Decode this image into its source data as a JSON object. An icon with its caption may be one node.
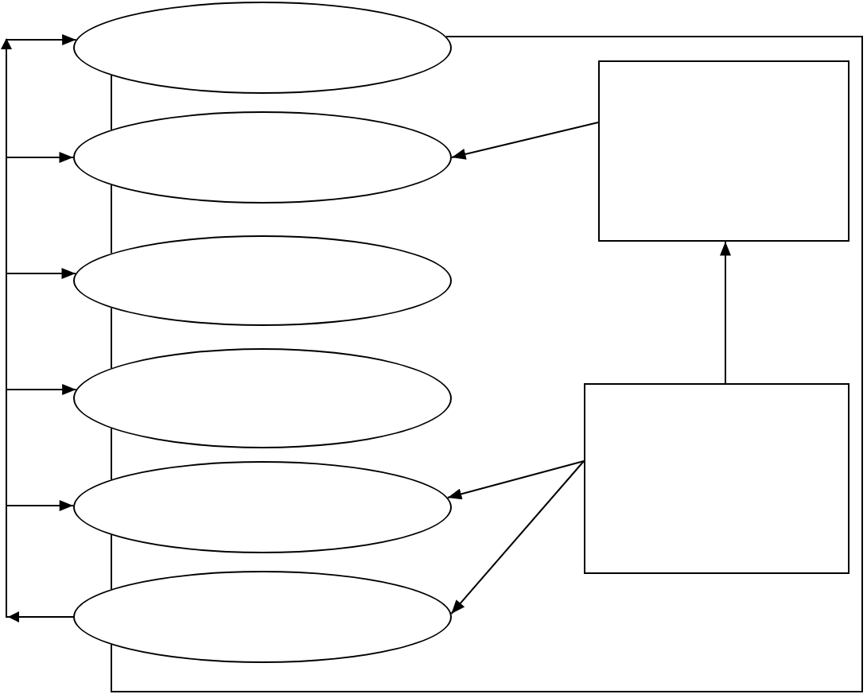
{
  "diagram": {
    "nodes": [
      {
        "text": [],
        "shape": "ellipse"
      },
      {
        "text": [],
        "shape": "ellipse"
      },
      {
        "text": [],
        "shape": "ellipse"
      },
      {
        "text": [],
        "shape": "ellipse"
      },
      {
        "text": [],
        "shape": "ellipse"
      },
      {
        "text": [],
        "shape": "ellipse"
      },
      {
        "text": [],
        "shape": "box"
      },
      {
        "text": [],
        "shape": "box"
      }
    ],
    "edges": [
      {
        "from": 5,
        "to": 0,
        "arrow": "to"
      },
      {
        "from": 5,
        "to": 1,
        "arrow": "to"
      },
      {
        "from": 5,
        "to": 2,
        "arrow": "to"
      },
      {
        "from": 5,
        "to": 3,
        "arrow": "to"
      },
      {
        "from": 5,
        "to": 4,
        "arrow": "to"
      },
      {
        "from": 6,
        "to": 1,
        "arrow": "to"
      },
      {
        "from": 7,
        "to": 4,
        "arrow": "to"
      },
      {
        "from": 7,
        "to": 5,
        "arrow": "to"
      },
      {
        "from": 7,
        "to": 6,
        "arrow": "to"
      },
      {
        "from": 0,
        "to": 1,
        "arrow": "none"
      },
      {
        "from": 1,
        "to": 2,
        "arrow": "none"
      },
      {
        "from": 2,
        "to": 3,
        "arrow": "none"
      },
      {
        "from": 3,
        "to": 4,
        "arrow": "none"
      },
      {
        "from": 4,
        "to": 5,
        "arrow": "none"
      },
      {
        "from": 5,
        "to": 0,
        "arrow": "none"
      }
    ]
  }
}
